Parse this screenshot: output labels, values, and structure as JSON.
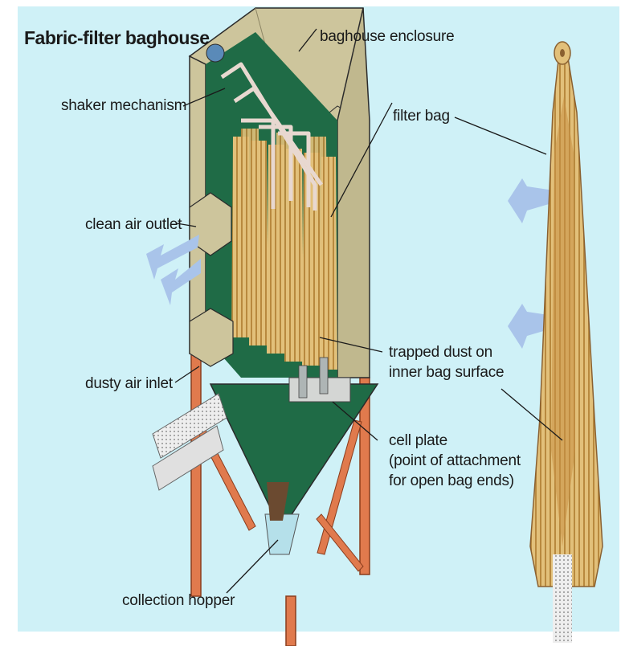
{
  "diagram": {
    "title": "Fabric-filter baghouse",
    "labels": {
      "baghouse_enclosure": "baghouse enclosure",
      "shaker_mechanism": "shaker mechanism",
      "filter_bag": "filter bag",
      "clean_air_outlet": "clean air outlet",
      "trapped_dust": "trapped dust on\ninner bag surface",
      "dusty_air_inlet": "dusty air inlet",
      "cell_plate": "cell plate\n(point of attachment\nfor open bag ends)",
      "collection_hopper": "collection hopper"
    },
    "colors": {
      "background": "#cff1f7",
      "enclosure": "#cdc59c",
      "interior": "#1f6b46",
      "bag": "#e2c07a",
      "bag_stripe": "#b8893e",
      "legs": "#e07a4d",
      "arrows": "#a9c4ea",
      "pipes": "#e8d8d0"
    }
  }
}
